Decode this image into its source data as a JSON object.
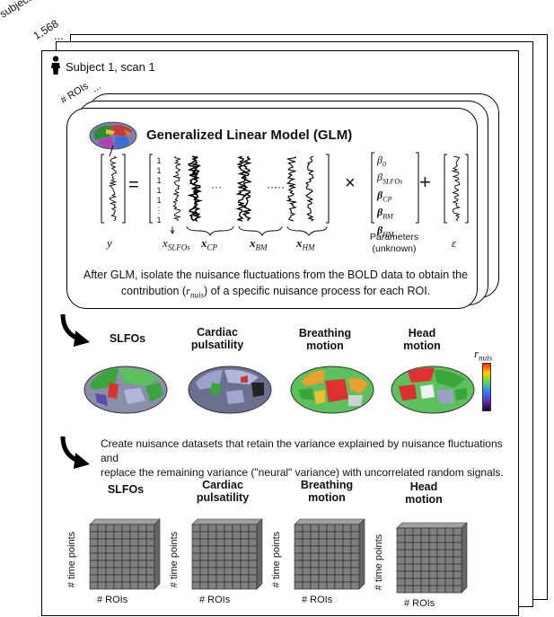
{
  "stack_labels": {
    "subjects": "# subjects x scans",
    "count": "1,568",
    "dots": "..."
  },
  "subject_title": "Subject 1, scan 1",
  "roi_label": "# ROIs",
  "roi_dots": "...",
  "glm": {
    "title": "Generalized Linear Model (GLM)",
    "ones": [
      "1",
      "1",
      "1",
      "1",
      "1",
      "⋮",
      "1"
    ],
    "labels": {
      "y": "y",
      "x_slfo": "x",
      "x_slfo_sub": "SLFOs",
      "x_cp": "x",
      "x_cp_sub": "CP",
      "x_bm": "x",
      "x_bm_sub": "BM",
      "x_hm": "x",
      "x_hm_sub": "HM",
      "eps": "ε"
    },
    "params": [
      "β",
      "β",
      "β",
      "β",
      "β"
    ],
    "params_sub": [
      "0",
      "SLFOs",
      "CP",
      "BM",
      "HM"
    ],
    "params_label_1": "Parameters",
    "params_label_2": "(unknown)",
    "desc_line1": "After GLM, isolate the nuisance fluctuations from the BOLD data to obtain the",
    "desc_line2_a": "contribution (",
    "desc_r": "r",
    "desc_r_sub": "nuis",
    "desc_line2_b": ") of a specific nuisance process for each ROI."
  },
  "brain_labels": [
    {
      "l1": "SLFOs",
      "l2": ""
    },
    {
      "l1": "Cardiac",
      "l2": "pulsatility"
    },
    {
      "l1": "Breathing",
      "l2": "motion"
    },
    {
      "l1": "Head",
      "l2": "motion"
    }
  ],
  "colorbar_label": "r",
  "colorbar_sub": "nuis",
  "nuisance_text_1": "Create nuisance datasets that retain the variance explained by nuisance fluctuations and",
  "nuisance_text_2": "replace the remaining variance (\"neural\" variance) with uncorrelated random signals.",
  "grid_labels": [
    {
      "l1": "SLFOs",
      "l2": ""
    },
    {
      "l1": "Cardiac",
      "l2": "pulsatility"
    },
    {
      "l1": "Breathing",
      "l2": "motion"
    },
    {
      "l1": "Head",
      "l2": "motion"
    }
  ],
  "axis_time": "# time points",
  "axis_rois": "# ROIs",
  "colors": {
    "grid_cube": "#7f7f7f",
    "brain_bg": "#8a8fa8"
  }
}
